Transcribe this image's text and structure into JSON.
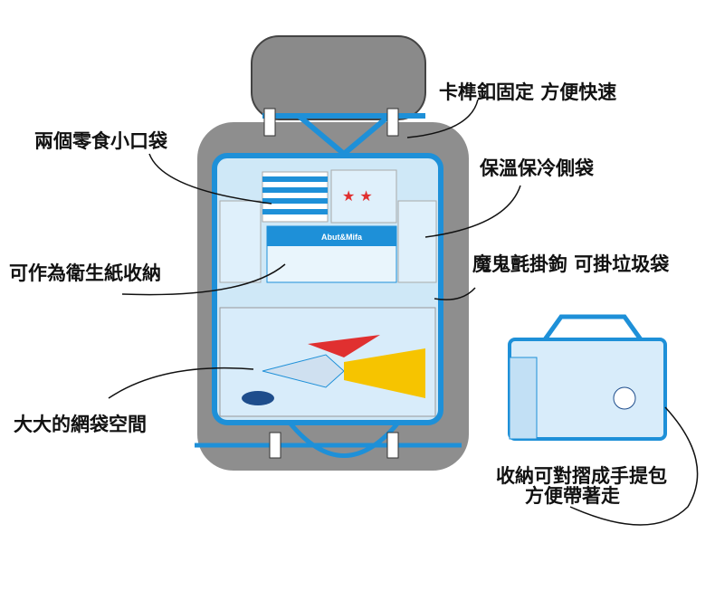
{
  "labels": {
    "buckle": "卡榫釦固定 方便快速",
    "snack_pockets": "兩個零食小口袋",
    "insulated": "保溫保冷側袋",
    "tissue": "可作為衛生紙收納",
    "hook": "魔鬼氈掛鉤 可掛垃圾袋",
    "mesh": "大大的網袋空間",
    "fold_line1": "收納可對摺成手提包",
    "fold_line2": "方便帶著走"
  },
  "brand": "Abut&Mifa",
  "colors": {
    "blue": "#1e90d8",
    "light": "#cfe8f7",
    "seat": "#8a8a8a"
  }
}
